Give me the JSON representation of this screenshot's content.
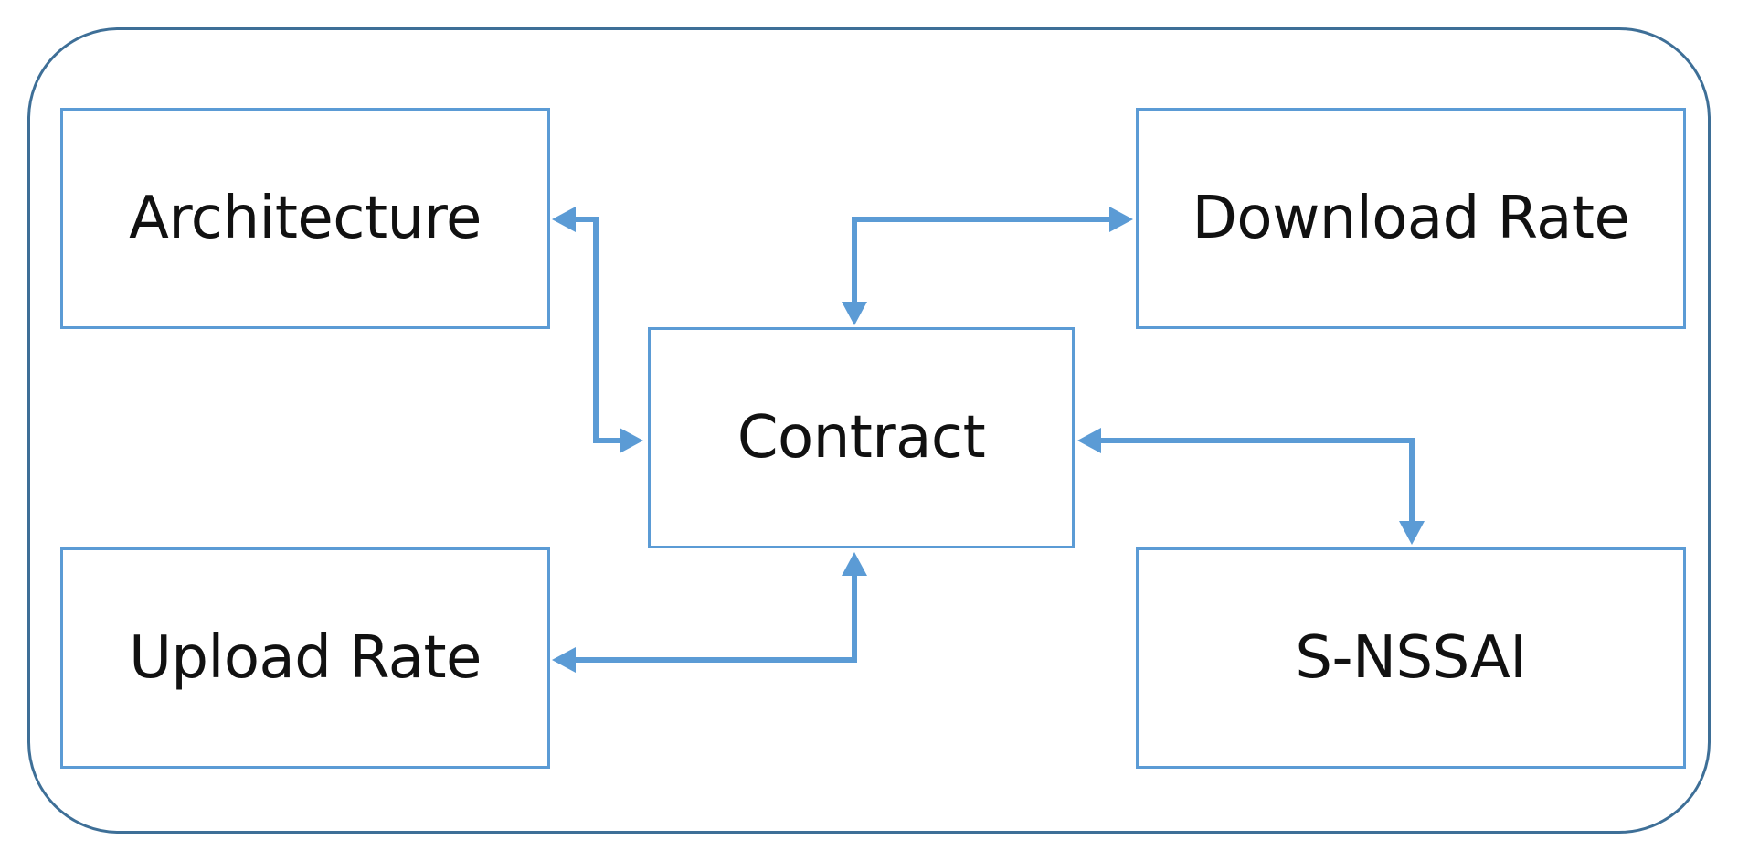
{
  "diagram": {
    "nodes": {
      "architecture": "Architecture",
      "download_rate": "Download Rate",
      "contract": "Contract",
      "upload_rate": "Upload Rate",
      "s_nssai": "S-NSSAI"
    },
    "edges": [
      {
        "from": "contract",
        "to": "architecture",
        "direction": "bidirectional"
      },
      {
        "from": "contract",
        "to": "download_rate",
        "direction": "bidirectional"
      },
      {
        "from": "contract",
        "to": "upload_rate",
        "direction": "bidirectional"
      },
      {
        "from": "contract",
        "to": "s_nssai",
        "direction": "bidirectional"
      }
    ],
    "colors": {
      "node_border": "#5b9bd5",
      "frame_border": "#3e6f97",
      "connector": "#5b9bd5",
      "text": "#111111"
    }
  }
}
